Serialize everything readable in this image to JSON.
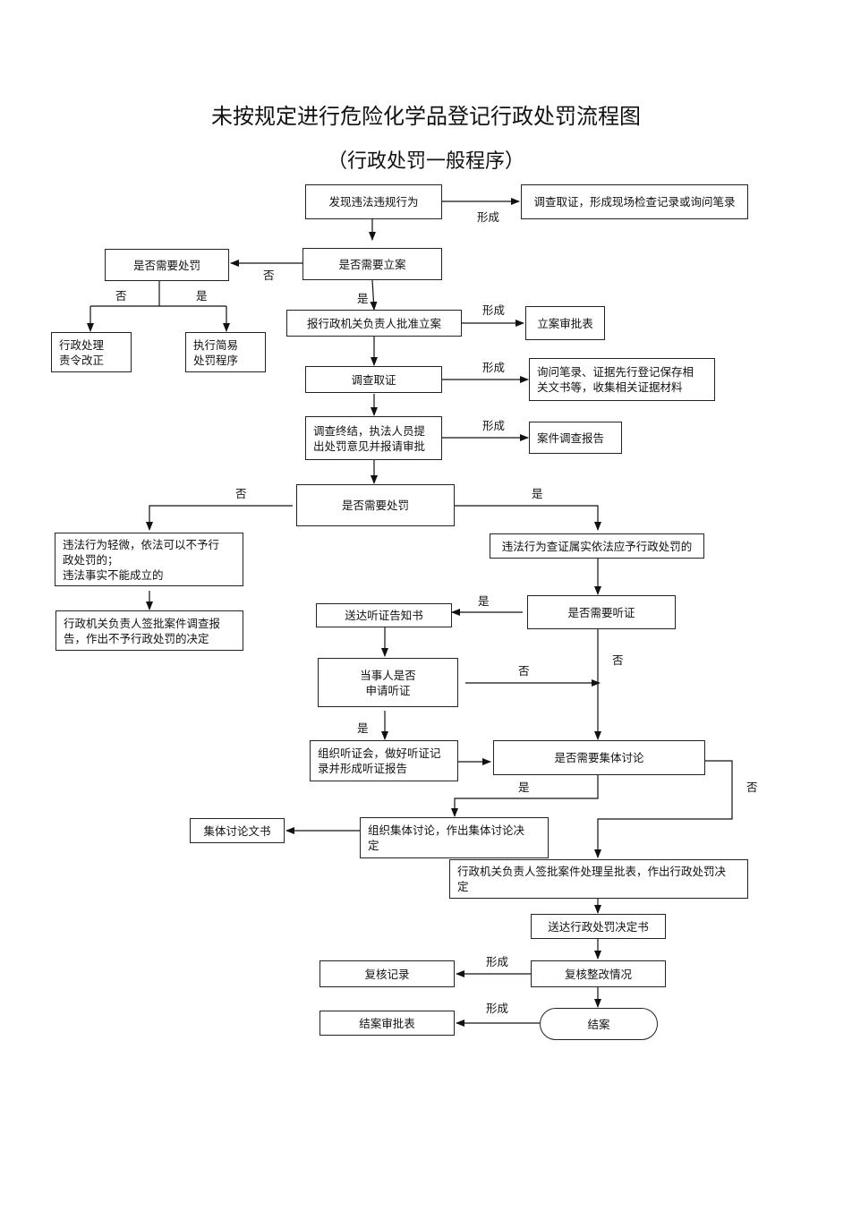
{
  "title": "未按规定进行危险化学品登记行政处罚流程图",
  "subtitle": "（行政处罚一般程序）",
  "nodes": {
    "discover": "发现违法违规行为",
    "investigate_form": "调查取证，形成现场检查记录或询问笔录",
    "need_case": "是否需要立案",
    "need_punish_left": "是否需要处罚",
    "admin_order": "行政处理\n责令改正",
    "simple_proc": "执行简易\n处罚程序",
    "report_approve": "报行政机关负责人批准立案",
    "case_approval_form": "立案审批表",
    "investigate": "调查取证",
    "inquiry_docs": "询问笔录、证据先行登记保存相\n关文书等，收集相关证据材料",
    "investigation_end": "调查终结，执法人员提\n出处罚意见并报请审批",
    "case_report": "案件调查报告",
    "need_punish_mid": "是否需要处罚",
    "minor_violation": "违法行为轻微，依法可以不予行\n政处罚的；\n违法事实不能成立的",
    "no_punish_decision": "行政机关负责人签批案件调查报\n告，作出不予行政处罚的决定",
    "confirmed_violation": "违法行为查证属实依法应予行政处罚的",
    "need_hearing": "是否需要听证",
    "hearing_notice": "送达听证告知书",
    "party_apply": "当事人是否\n申请听证",
    "organize_hearing": "组织听证会，做好听证记\n录并形成听证报告",
    "need_collective": "是否需要集体讨论",
    "collective_doc": "集体讨论文书",
    "organize_collective": "组织集体讨论，作出集体讨论决\n定",
    "sign_decision": "行政机关负责人签批案件处理呈批表，作出行政处罚决\n定",
    "deliver_decision": "送达行政处罚决定书",
    "review_record": "复核记录",
    "review_rectify": "复核整改情况",
    "close_form": "结案审批表",
    "close_case": "结案"
  },
  "labels": {
    "form_1": "形成",
    "no_1": "否",
    "no_2": "否",
    "yes_1": "是",
    "yes_2": "是",
    "form_2": "形成",
    "form_3": "形成",
    "form_4": "形成",
    "no_3": "否",
    "yes_3": "是",
    "yes_4": "是",
    "no_4": "否",
    "no_5": "否",
    "yes_5": "是",
    "yes_6": "是",
    "no_6": "否",
    "form_5": "形成",
    "form_6": "形成"
  }
}
